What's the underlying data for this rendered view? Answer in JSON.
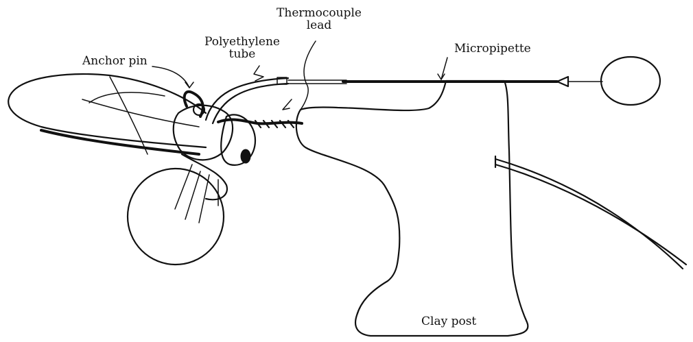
{
  "labels": {
    "thermocouple_line1": "Thermocouple",
    "thermocouple_line2": "lead",
    "polyethylene_line1": "Polyethylene",
    "polyethylene_line2": "tube",
    "anchor_pin": "Anchor pin",
    "micropipette": "Micropipette",
    "clay_post": "Clay post"
  }
}
